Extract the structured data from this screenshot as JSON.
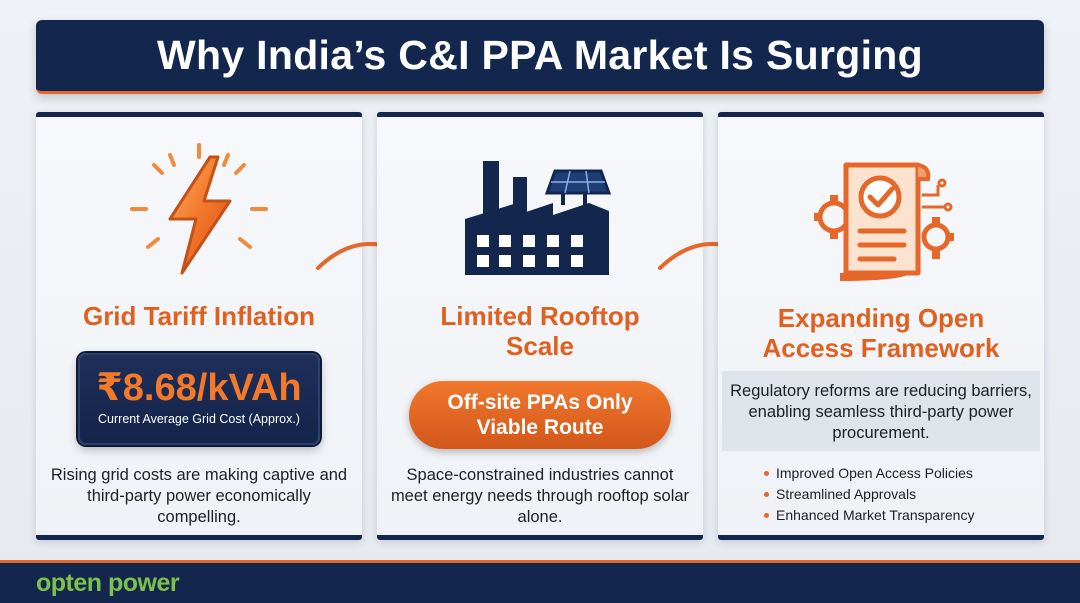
{
  "title": "Why India’s C&I PPA Market Is Surging",
  "cards": [
    {
      "title": "Grid Tariff Inflation",
      "icon": "lightning-bolt-icon",
      "highlight_value": "₹8.68/kVAh",
      "highlight_caption": "Current Average Grid Cost (Approx.)",
      "body": "Rising grid costs are making captive and third-party power economically compelling."
    },
    {
      "title_line1": "Limited Rooftop",
      "title_line2": "Scale",
      "icon": "factory-solar-icon",
      "pill_line1": "Off-site PPAs Only",
      "pill_line2": "Viable Route",
      "body": "Space-constrained industries cannot meet energy needs through rooftop solar alone."
    },
    {
      "title_line1": "Expanding Open",
      "title_line2": "Access Framework",
      "icon": "document-check-gear-icon",
      "body": "Regulatory reforms are reducing barriers, enabling seamless third-party power procurement.",
      "bullets": [
        "Improved Open Access Policies",
        "Streamlined Approvals",
        "Enhanced Market Transparency"
      ]
    }
  ],
  "footer": {
    "logo": "opten power"
  },
  "colors": {
    "navy": "#13264d",
    "orange": "#e5672a",
    "green": "#7cc24a"
  }
}
